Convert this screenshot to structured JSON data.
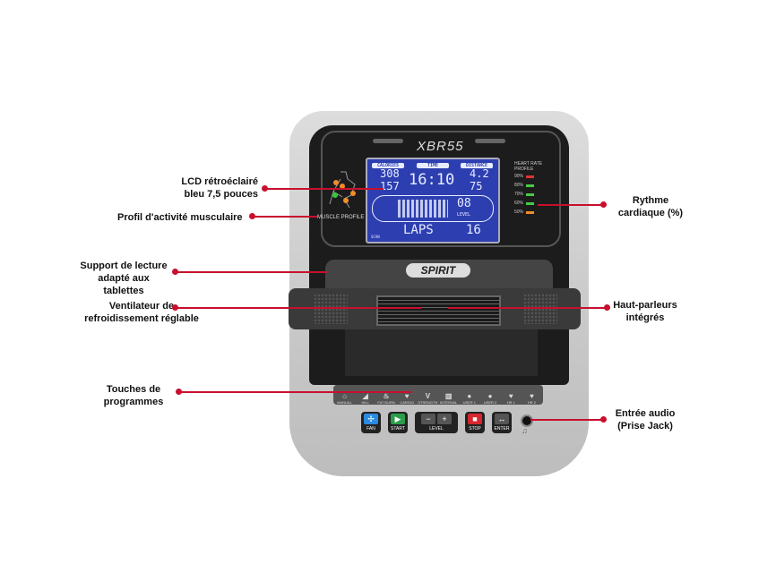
{
  "console": {
    "model": "XBR55",
    "brand": "SPIRIT",
    "lcd": {
      "calories_label": "CALORIES",
      "calories": "308",
      "time_label": "TIME",
      "time": "16:10",
      "distance_label": "DISTANCE",
      "distance": "4.2",
      "heart": "157",
      "speed": "75",
      "level": "08",
      "level_label": "LEVEL",
      "mode": "LAPS",
      "laps": "16",
      "scan": "SCAN"
    },
    "muscle_profile": "MUSCLE PROFILE",
    "heart_rate": {
      "title": "HEART RATE PROFILE",
      "levels": [
        "90%",
        "80%",
        "70%",
        "60%",
        "50%"
      ]
    },
    "programs": [
      "MANUAL",
      "HILL",
      "FAT BURN",
      "CARDIO",
      "STRENGTH",
      "INTERVAL",
      "USER 1",
      "USER 2",
      "HR 1",
      "HR 2"
    ],
    "buttons": {
      "fan": "FAN",
      "start": "START",
      "minus": "−",
      "plus": "+",
      "level": "LEVEL",
      "stop": "STOP",
      "enter": "ENTER"
    },
    "colors": {
      "accent": "#c8102e",
      "lcd": "#2d3fb0"
    }
  },
  "annotations": {
    "lcd": "LCD rétroéclairé bleu 7,5 pouces",
    "muscle": "Profil d'activité musculaire",
    "tablet": "Support de lecture adapté aux tablettes",
    "fan": "Ventilateur de refroidissement réglable",
    "programs": "Touches de programmes",
    "heart": "Rythme cardiaque (%)",
    "speakers": "Haut-parleurs intégrés",
    "audio": "Entrée audio (Prise Jack)"
  }
}
